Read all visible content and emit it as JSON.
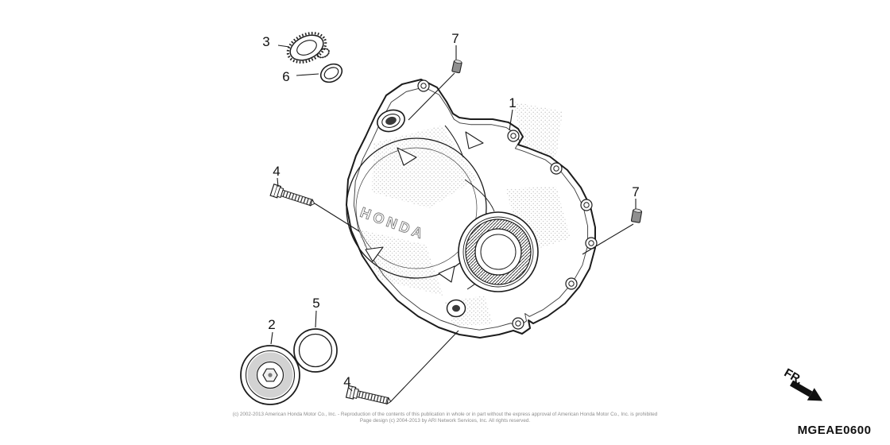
{
  "diagram": {
    "code": "MGEAE0600",
    "fr_label": "FR.",
    "cover_logo": "HONDA",
    "copyright_line1": "(c) 2002-2013 American Honda Motor Co., Inc. - Reproduction of the contents of this publication in whole or in part without the express approval of American Honda Motor Co., Inc. is prohibited",
    "copyright_line2": "Page design (c) 2004-2013 by ARI Network Services, Inc. All rights reserved.",
    "callouts": [
      {
        "label": "1"
      },
      {
        "label": "2"
      },
      {
        "label": "3"
      },
      {
        "label": "4"
      },
      {
        "label": "4"
      },
      {
        "label": "5"
      },
      {
        "label": "6"
      },
      {
        "label": "7"
      },
      {
        "label": "7"
      }
    ]
  }
}
